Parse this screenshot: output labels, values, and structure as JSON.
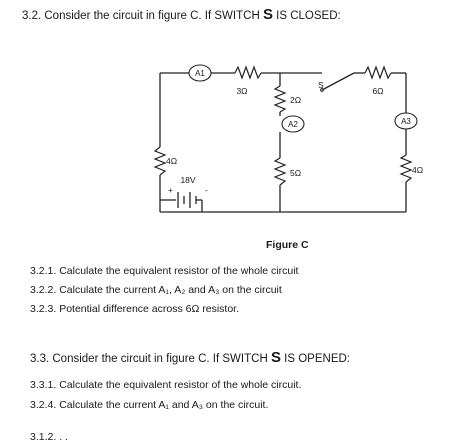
{
  "q32": {
    "prefix": "3.2.  Consider the circuit in figure C. If SWITCH ",
    "switch_letter": "S",
    "suffix": " IS CLOSED:"
  },
  "circuit": {
    "ammeter1": "A1",
    "ammeter2": "A2",
    "ammeter3": "A3",
    "r_left": "4Ω",
    "r_top": "3Ω",
    "r_2": "2Ω",
    "r_5": "5Ω",
    "r_6": "6Ω",
    "r_right": "4Ω",
    "switch": "S",
    "battery": "18V",
    "plus": "+",
    "minus": "-"
  },
  "figure_caption": "Figure C",
  "items_closed": [
    "3.2.1.  Calculate the equivalent resistor of the whole circuit",
    "3.2.2.  Calculate the current A₁, A₂ and A₃ on the circuit",
    "3.2.3.  Potential difference across 6Ω resistor."
  ],
  "q33": {
    "prefix": "3.3.  Consider the circuit in figure C. If SWITCH ",
    "switch_letter": "S",
    "suffix": " IS OPENED:"
  },
  "items_opened": [
    "3.3.1.  Calculate the equivalent resistor of the whole circuit.",
    "3.2.4.  Calculate the current A₁ and A₃ on the circuit."
  ],
  "cutoff_text": "3.1.2. . ."
}
